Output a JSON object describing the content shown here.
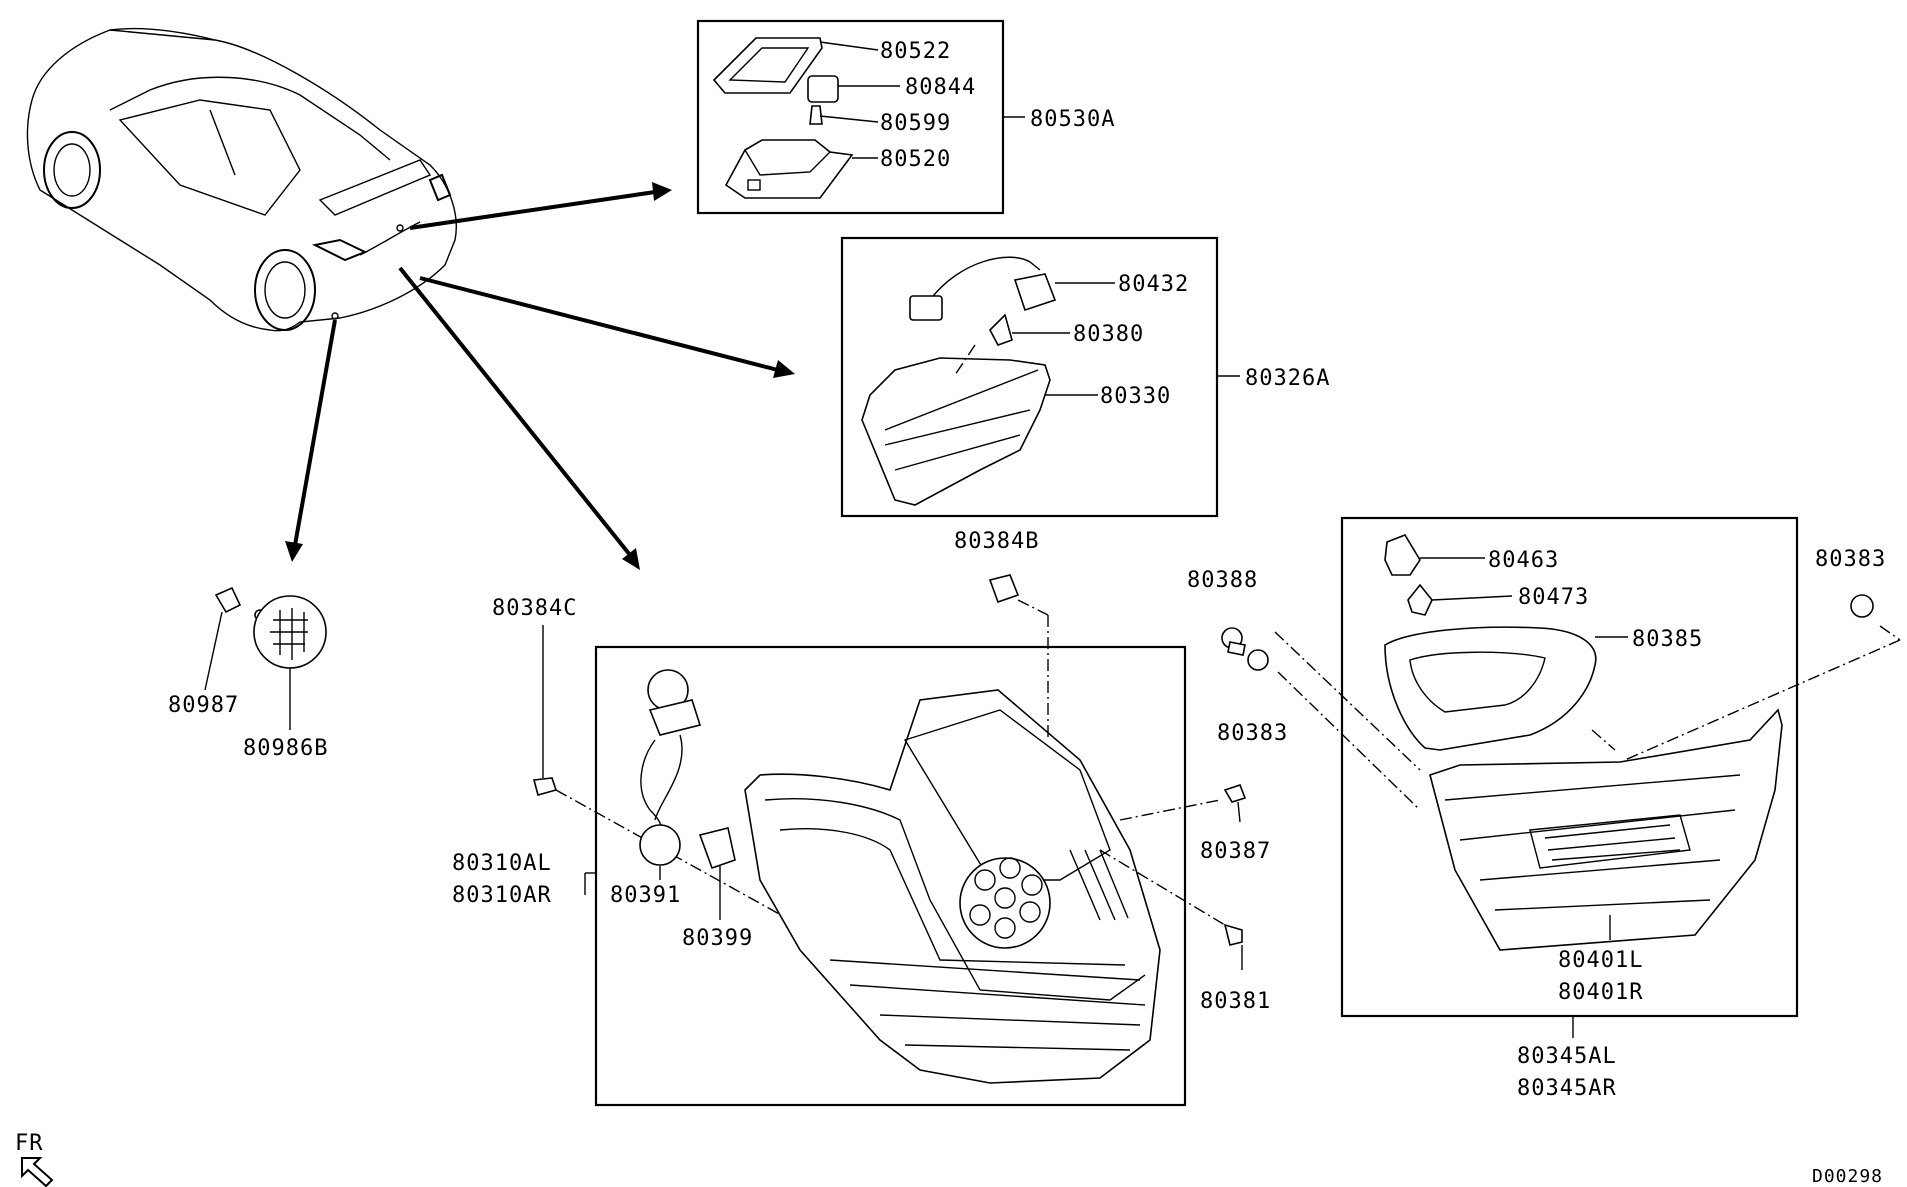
{
  "diagram": {
    "code": "D00298",
    "direction_label": "FR",
    "labels": {
      "p80522": "80522",
      "p80844": "80844",
      "p80599": "80599",
      "p80520": "80520",
      "p80530A": "80530A",
      "p80432": "80432",
      "p80380": "80380",
      "p80330": "80330",
      "p80326A": "80326A",
      "p80384B": "80384B",
      "p80384C": "80384C",
      "p80987": "80987",
      "p80986B": "80986B",
      "p80310AL": "80310AL",
      "p80310AR": "80310AR",
      "p80391": "80391",
      "p80399": "80399",
      "p80388": "80388",
      "p80383a": "80383",
      "p80383b": "80383",
      "p80387": "80387",
      "p80381": "80381",
      "p80463": "80463",
      "p80473": "80473",
      "p80385": "80385",
      "p80401L": "80401L",
      "p80401R": "80401R",
      "p80345AL": "80345AL",
      "p80345AR": "80345AR"
    }
  }
}
